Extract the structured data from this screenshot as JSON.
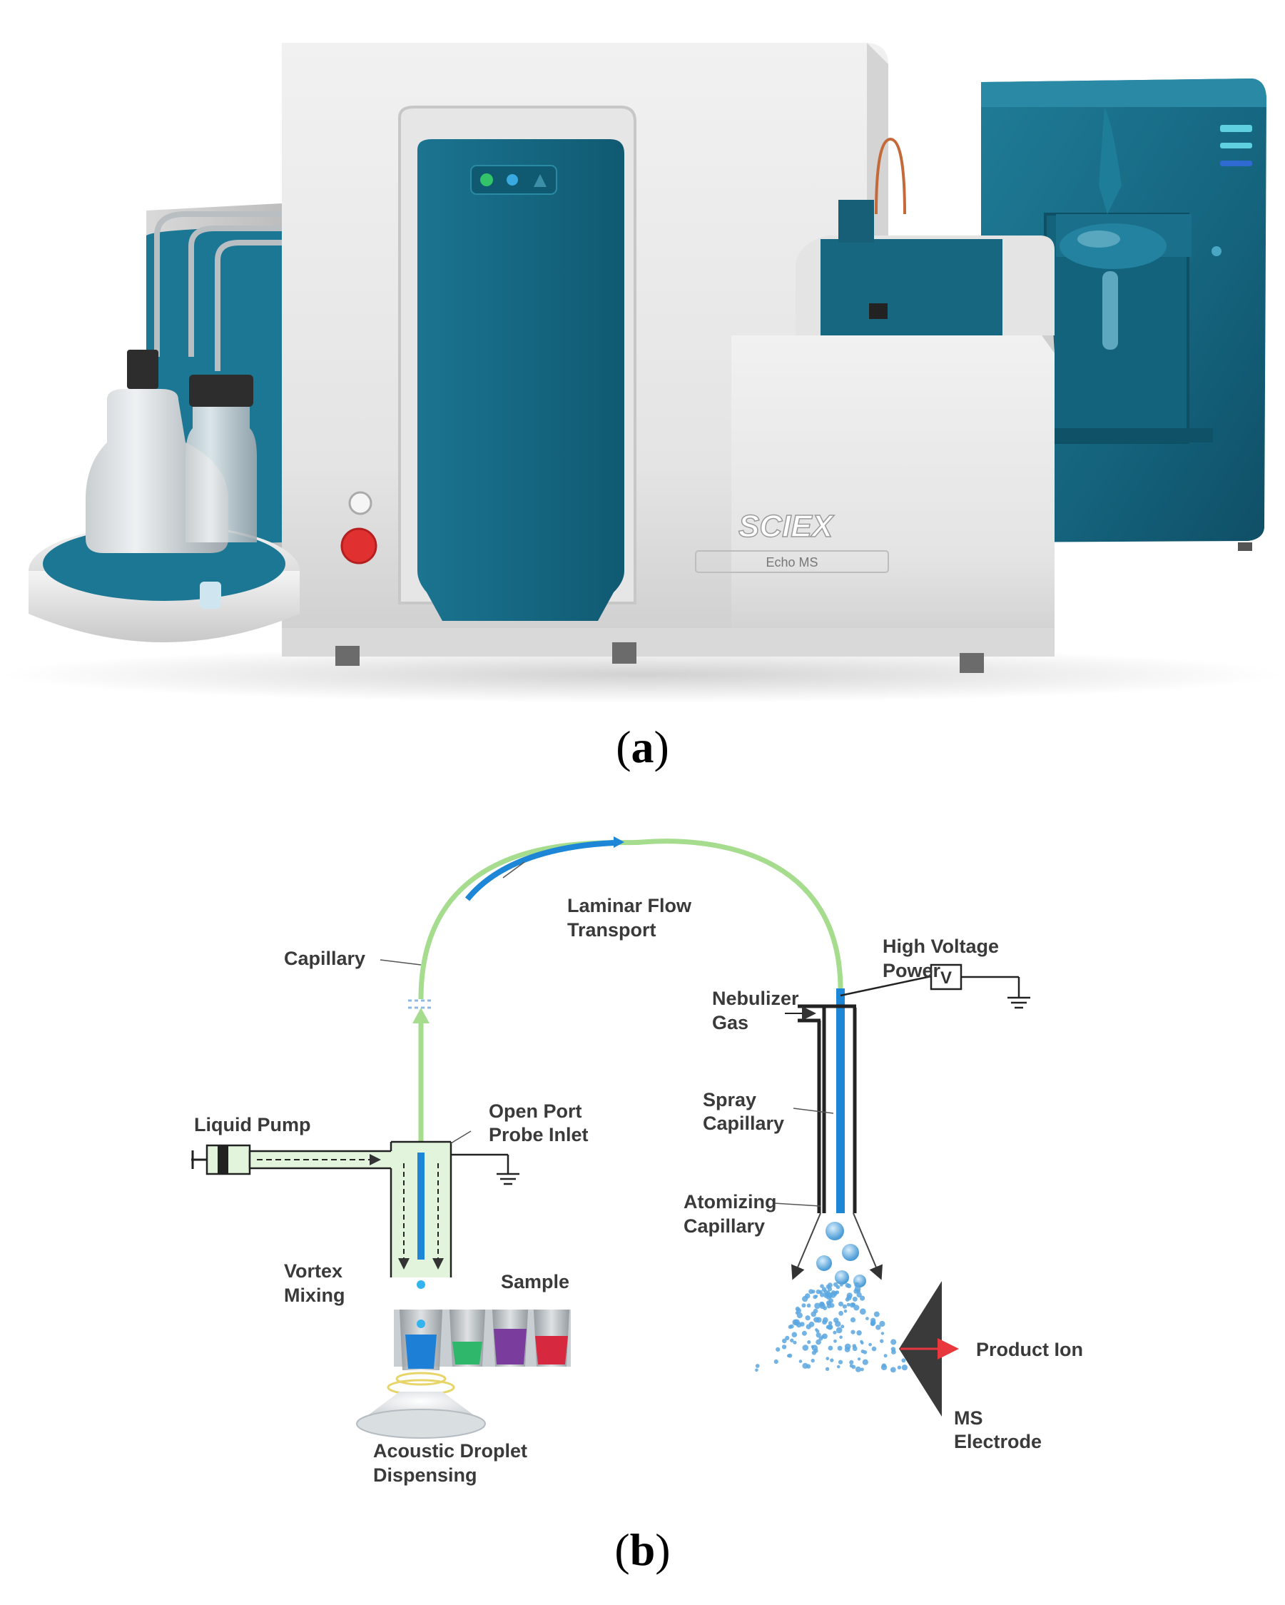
{
  "panel_a": {
    "label_letter": "a",
    "brand_logo": "SCIEX",
    "product_name": "Echo MS"
  },
  "panel_b": {
    "label_letter": "b",
    "labels": {
      "laminar_flow_1": "Laminar Flow",
      "laminar_flow_2": "Transport",
      "capillary": "Capillary",
      "high_voltage_1": "High Voltage",
      "high_voltage_2": "Power",
      "voltmeter": "V",
      "nebulizer_1": "Nebulizer",
      "nebulizer_2": "Gas",
      "liquid_pump": "Liquid Pump",
      "open_port_1": "Open Port",
      "open_port_2": "Probe Inlet",
      "spray_cap_1": "Spray",
      "spray_cap_2": "Capillary",
      "atomizing_1": "Atomizing",
      "atomizing_2": "Capillary",
      "vortex_1": "Vortex",
      "vortex_2": "Mixing",
      "sample": "Sample",
      "product_ion": "Product Ion",
      "ms_electrode_1": "MS",
      "ms_electrode_2": "Electrode",
      "acoustic_1": "Acoustic Droplet",
      "acoustic_2": "Dispensing"
    },
    "colors": {
      "capillary_green": "#a6dc8e",
      "flow_blue": "#1d86d6",
      "probe_fill": "#e3f4dc",
      "sample_green": "#2fb86c",
      "sample_purple": "#7a3d9e",
      "sample_red": "#d6283f",
      "ion_arrow": "#e8383d"
    }
  }
}
